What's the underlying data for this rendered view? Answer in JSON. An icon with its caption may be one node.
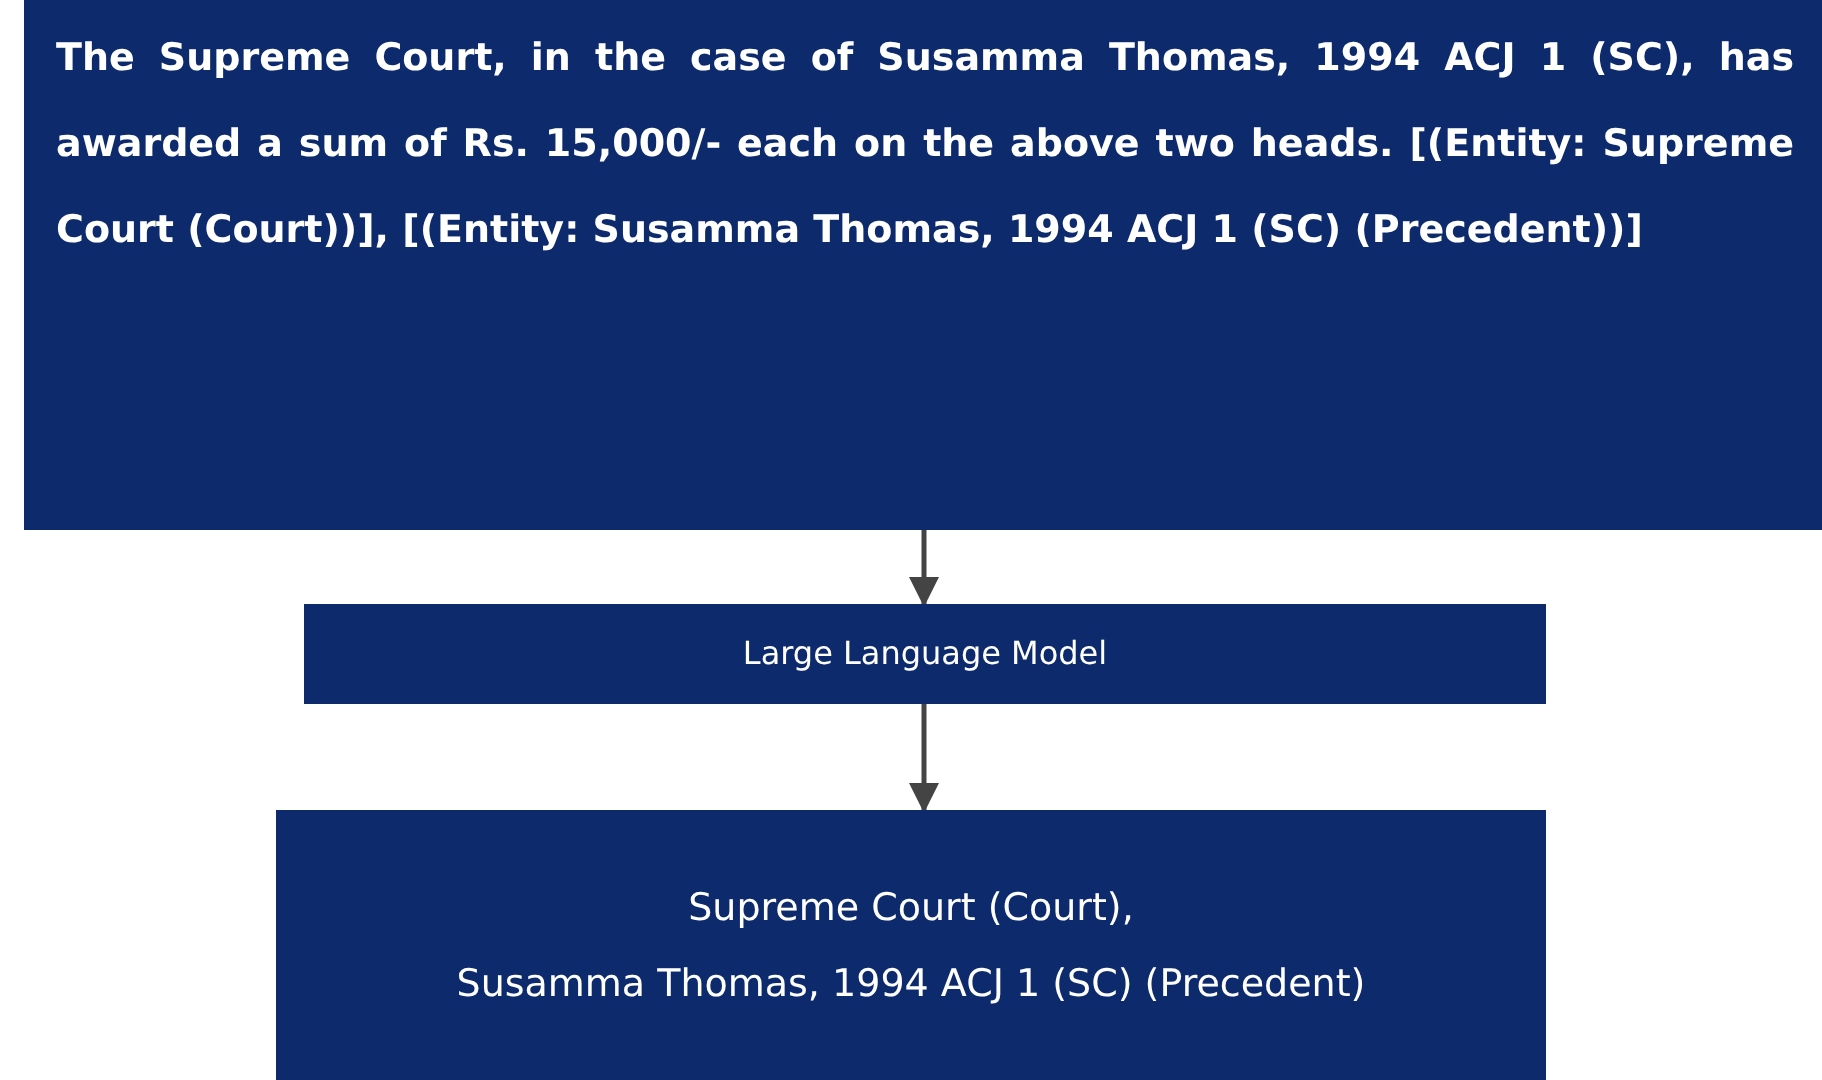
{
  "diagram": {
    "nodes": [
      {
        "text": [
          "The Supreme Court, in the case of Susamma Thomas, 1994 ACJ 1 (SC), has awarded a sum of Rs. 15,000/- each on the above two heads. [(Entity: Supreme Court (Court))], [(Entity: Susamma Thomas, 1994 ACJ 1 (SC) (Precedent))]"
        ]
      },
      {
        "text": [
          "Large Language Model"
        ]
      },
      {
        "text": [
          "Supreme Court (Court),",
          "Susamma Thomas, 1994 ACJ 1 (SC) (Precedent)"
        ]
      }
    ],
    "edges": [
      {
        "from": 0,
        "to": 1,
        "arrow": "to"
      },
      {
        "from": 1,
        "to": 2,
        "arrow": "to"
      }
    ]
  }
}
